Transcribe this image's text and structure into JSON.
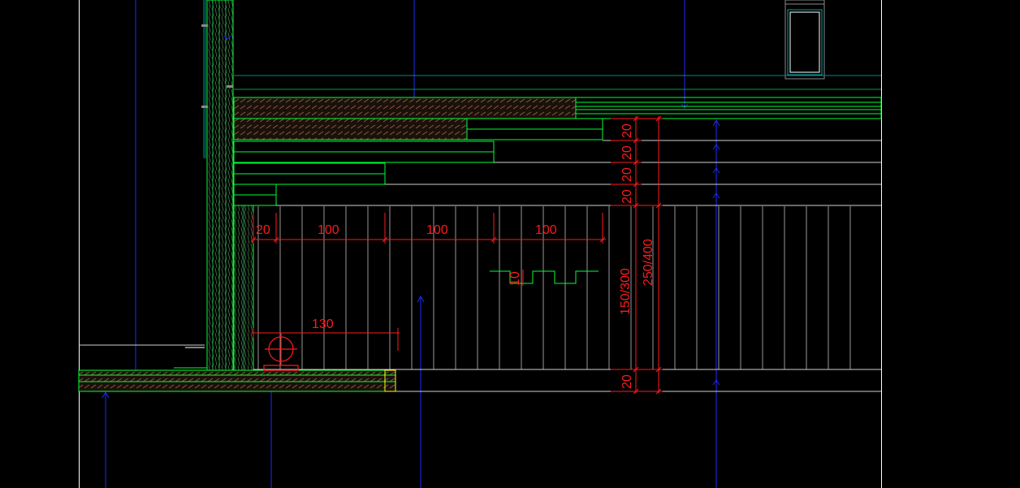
{
  "drawing": {
    "colors": {
      "background": "#000000",
      "white": "#ffffff",
      "green": "#00ff33",
      "dark_green": "#00a040",
      "teal": "#008b8b",
      "blue": "#1c2bff",
      "red": "#ff1a1a",
      "yellow": "#ffff00",
      "brown": "#7a5542",
      "gray": "#8a8a8a"
    },
    "dimensions": {
      "horizontal": [
        "20",
        "100",
        "100",
        "100"
      ],
      "pipe_offset": "130",
      "notch_depth": "10",
      "right_column": [
        "20",
        "20",
        "20",
        "20"
      ],
      "span_lower": "150/300",
      "span_upper": "250/400",
      "bottom": "20"
    }
  }
}
